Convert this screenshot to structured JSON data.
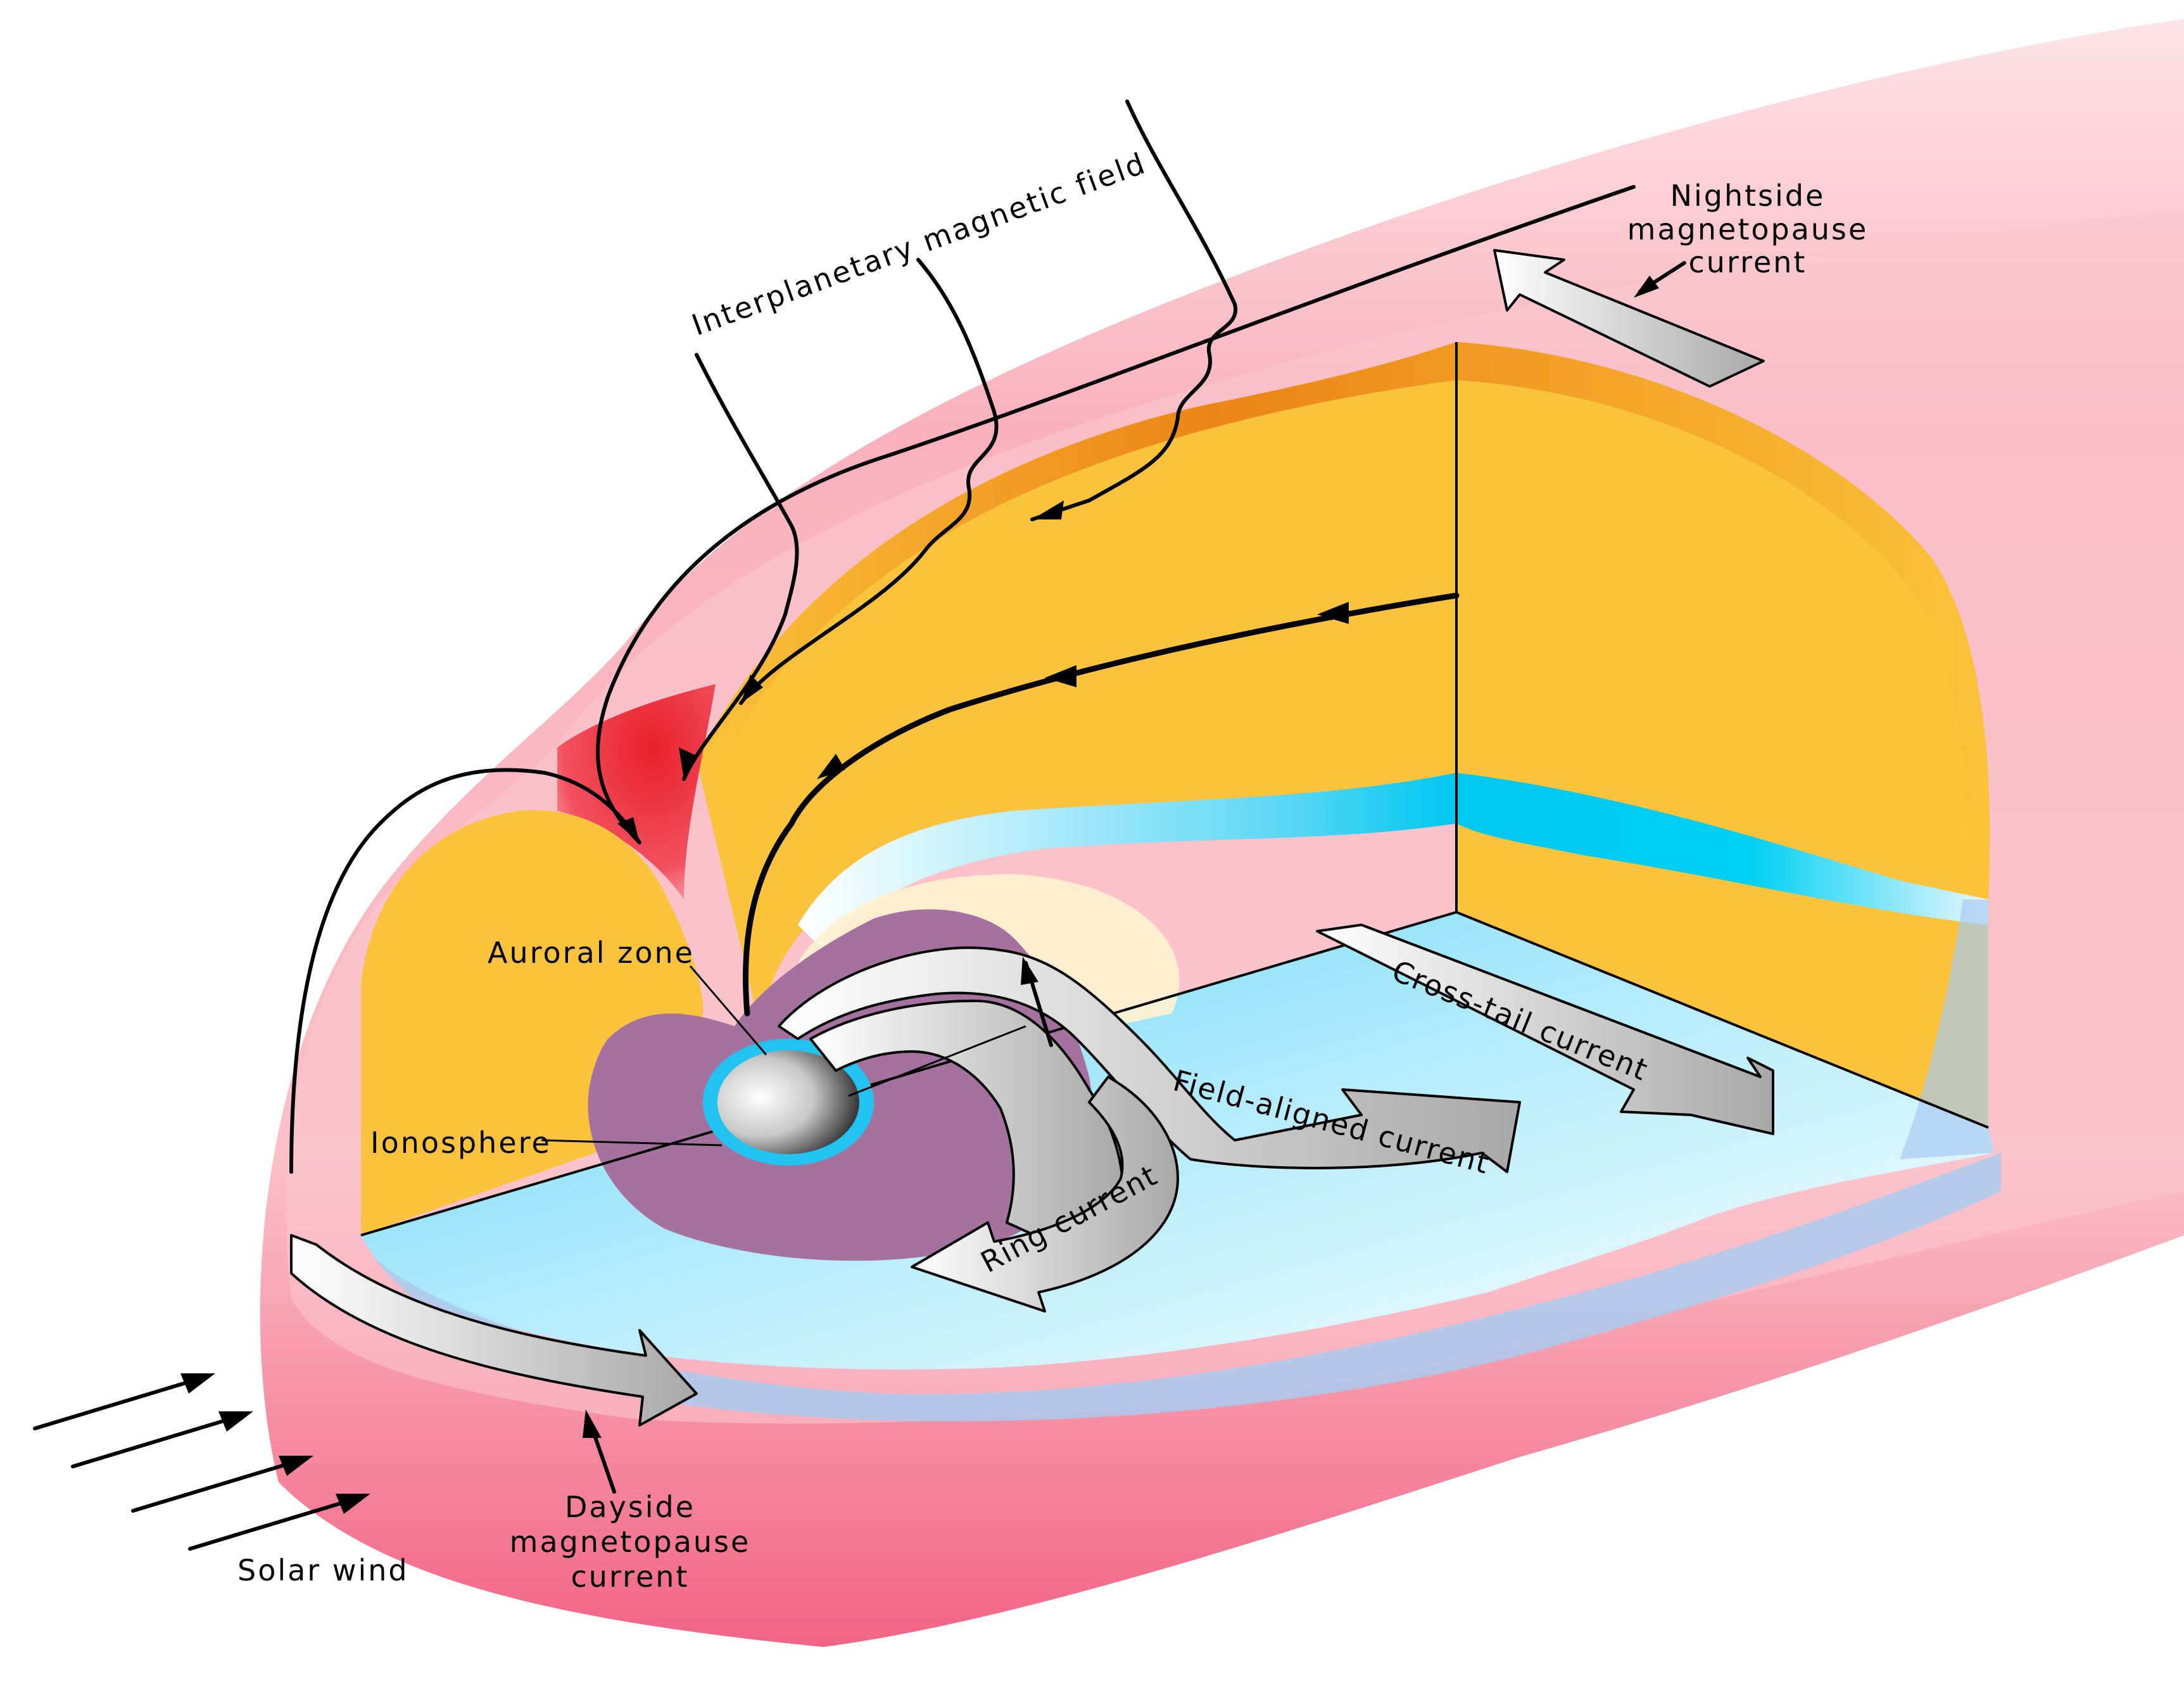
{
  "labels": {
    "imf": "Interplanetary magnetic field",
    "nightside_line1": "Nightside",
    "nightside_line2": "magnetopause",
    "nightside_line3": "current",
    "auroral_zone": "Auroral zone",
    "ionosphere": "Ionosphere",
    "cross_tail": "Cross-tail current",
    "field_aligned": "Field-aligned current",
    "ring_current": "Ring current",
    "dayside_line1": "Dayside",
    "dayside_line2": "magnetopause",
    "dayside_line3": "current",
    "solar_wind": "Solar wind"
  },
  "colors": {
    "magnetosheath": "#f7a3b0",
    "magnetosheath_light": "#fde1e5",
    "cusp": "#e8202a",
    "lobe": "#fbc23b",
    "lobe_edge": "#e87a10",
    "plasma_sheet": "#00c8f0",
    "plasma_floor": "#cfefff",
    "ring_region": "#a5729f",
    "current_arrow": "#e0e0e0",
    "ionosphere_ring": "#22c3f0"
  },
  "icons": {
    "earth": "earth-sphere-icon"
  }
}
